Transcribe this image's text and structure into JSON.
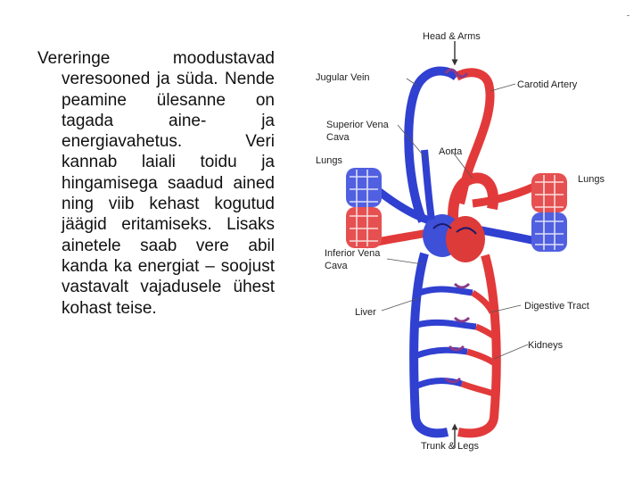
{
  "slide": {
    "paragraph": "Vereringe moodustavad veresooned ja süda. Nende peamine ülesanne on tagada aine- ja energiavahetus. Veri kannab laiali toidu ja hingamisega saadud ained ning viib kehast kogutud jäägid eritamiseks. Lisaks ainetele saab vere abil kanda ka energiat – soojust vastavalt vajadusele ühest kohast teise.",
    "corner_mark": "-"
  },
  "diagram": {
    "colors": {
      "vein": "#3040d0",
      "artery": "#e23a3a",
      "label": "#222222"
    },
    "labels": {
      "head_arms": "Head & Arms",
      "jugular_vein": "Jugular Vein",
      "carotid_artery": "Carotid Artery",
      "superior_vena_cava_1": "Superior Vena",
      "superior_vena_cava_2": "Cava",
      "aorta": "Aorta",
      "lungs_left": "Lungs",
      "lungs_right": "Lungs",
      "inferior_vena_cava_1": "Inferior Vena",
      "inferior_vena_cava_2": "Cava",
      "liver": "Liver",
      "digestive_tract": "Digestive Tract",
      "kidneys": "Kidneys",
      "trunk_legs": "Trunk & Legs"
    }
  }
}
